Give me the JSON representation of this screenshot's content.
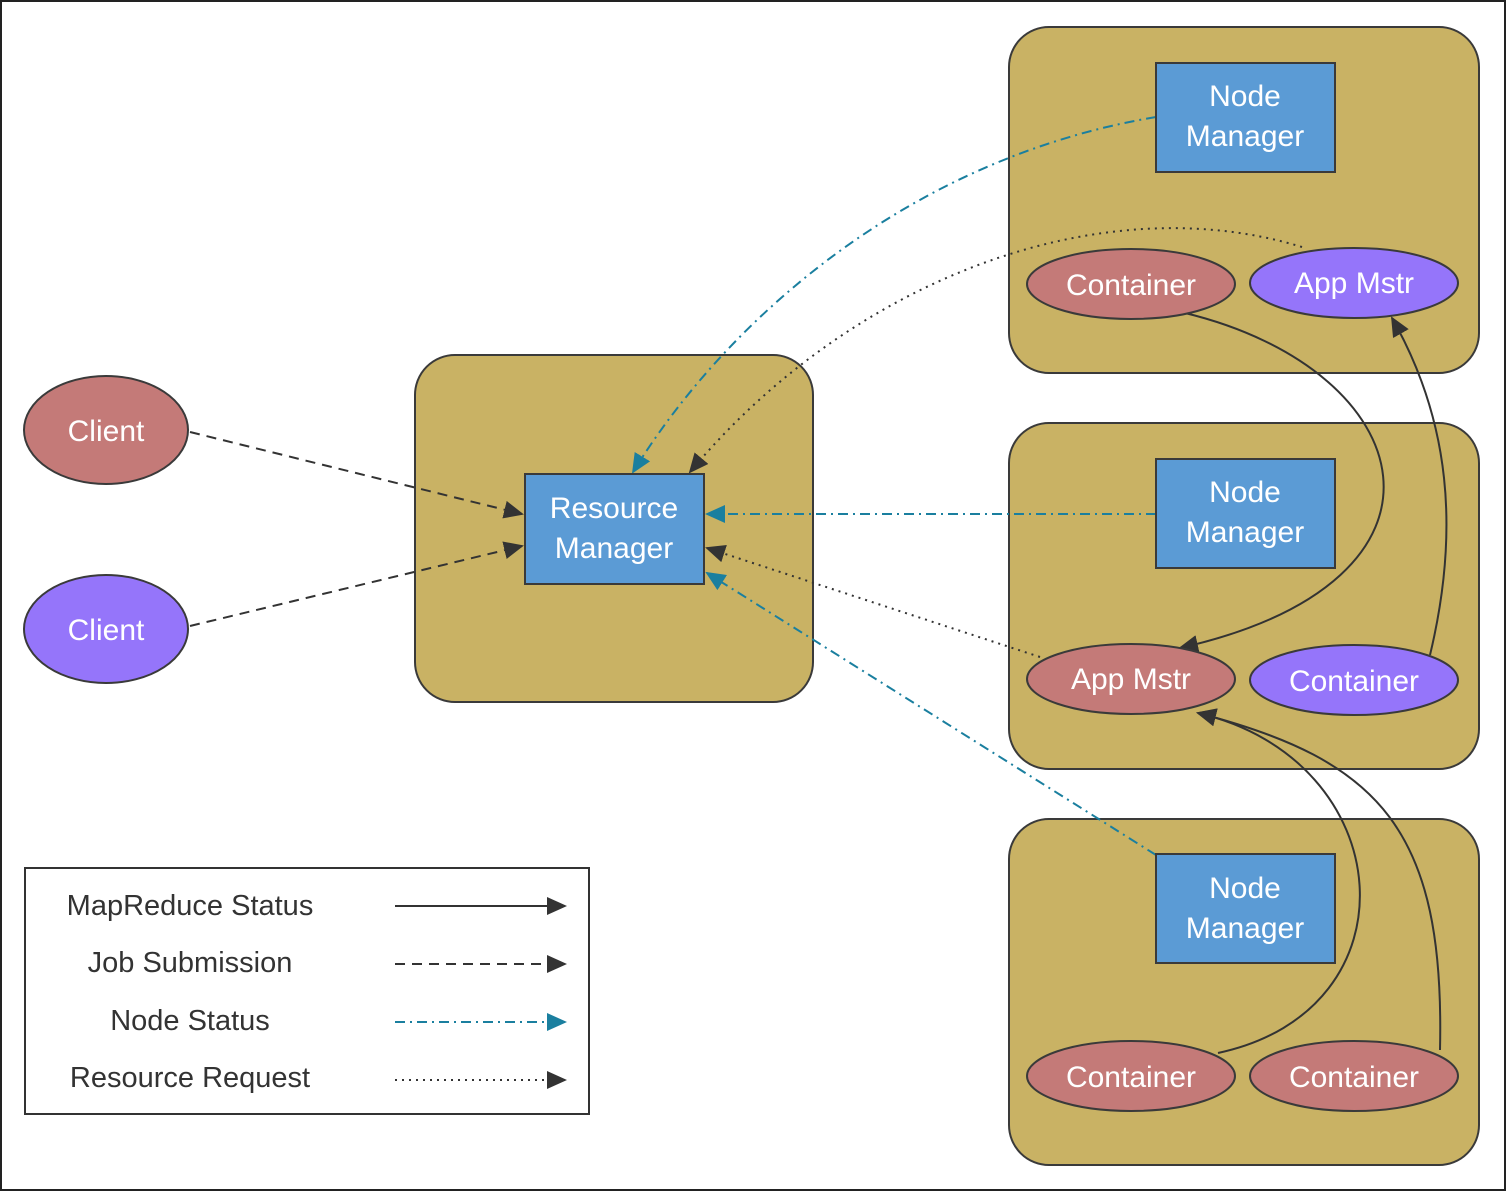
{
  "colors": {
    "tan": "#c9b264",
    "blue_box": "#5b9bd5",
    "red_ellipse": "#c47a78",
    "purple_ellipse": "#9575fa",
    "edge_dark": "#333333",
    "edge_teal": "#1a7f9f"
  },
  "nodes": {
    "client_red": "Client",
    "client_purple": "Client",
    "resource_manager": [
      "Resource",
      "Manager"
    ],
    "node_manager_1": [
      "Node",
      "Manager"
    ],
    "node_manager_2": [
      "Node",
      "Manager"
    ],
    "node_manager_3": [
      "Node",
      "Manager"
    ],
    "container_1": "Container",
    "app_mstr_1": "App Mstr",
    "app_mstr_2": "App Mstr",
    "container_2": "Container",
    "container_3": "Container",
    "container_4": "Container"
  },
  "legend": {
    "mapreduce_status": "MapReduce Status",
    "job_submission": "Job Submission",
    "node_status": "Node Status",
    "resource_request": "Resource Request"
  }
}
